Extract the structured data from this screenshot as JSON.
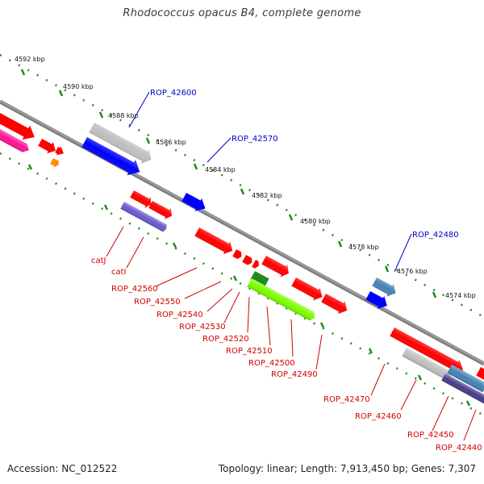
{
  "title": "Rhodococcus opacus B4, complete genome",
  "footer": {
    "accession": "Accession: NC_012522",
    "topology": "Topology: linear; Length: 7,913,450 bp; Genes: 7,307"
  },
  "scale_labels": [
    "4592 kbp",
    "4590 kbp",
    "4588 kbp",
    "4586 kbp",
    "4584 kbp",
    "4582 kbp",
    "4580 kbp",
    "4578 kbp",
    "4576 kbp",
    "4574 kbp"
  ],
  "upper_gene_labels": [
    "ROP_42600",
    "ROP_42570",
    "ROP_42480"
  ],
  "lower_gene_labels": [
    "catJ",
    "catI",
    "ROP_42560",
    "ROP_42550",
    "ROP_42540",
    "ROP_42530",
    "ROP_42520",
    "ROP_42510",
    "ROP_42500",
    "ROP_42490",
    "ROP_42470",
    "ROP_42460",
    "ROP_42450",
    "ROP_42440"
  ],
  "colors": {
    "red": "#ff0000",
    "blue": "#0000ff",
    "steelblue": "#4682b4",
    "slateblue": "#6a5acd",
    "darkslateblue": "#483d8b",
    "gray": "#bfbfbf",
    "pink": "#ff1493",
    "orange": "#ff8c00",
    "green": "#7cfc00",
    "darkgreen": "#228b22",
    "backbone": "#777777",
    "ticks": "#1f8a1f",
    "label_red": "#d20000",
    "label_blue": "#0000c8"
  }
}
